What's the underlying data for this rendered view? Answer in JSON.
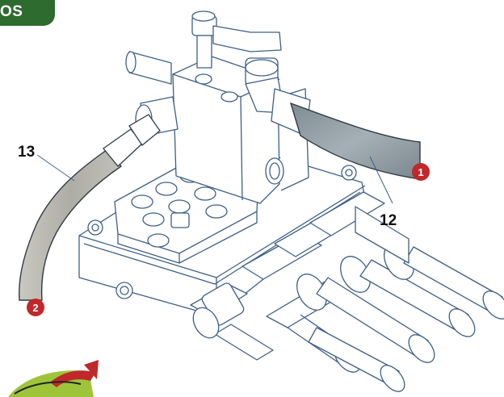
{
  "header": {
    "tab_label": "OS"
  },
  "callouts": {
    "part_13": "13",
    "part_12": "12",
    "marker_1": "1",
    "marker_2": "2"
  },
  "colors": {
    "accent_green": "#2e6b2e",
    "marker_red": "#c0282a",
    "hose_gray": "#8f9ba2",
    "hose_light": "#b9b8b0",
    "line_blue": "#3e5f87"
  },
  "icons": [
    "manifold-valve-diagram",
    "brand-logo"
  ]
}
